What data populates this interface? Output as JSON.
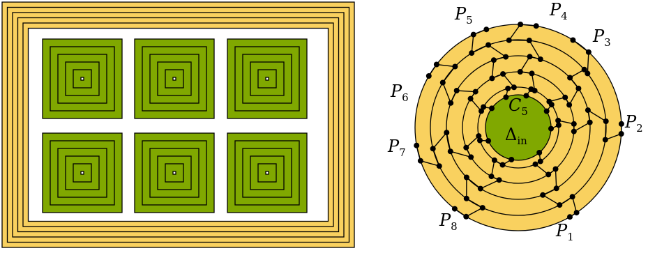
{
  "colors": {
    "yellow": "#F9D15F",
    "green": "#80A800",
    "white": "#FFFFFF",
    "stroke": "#000000"
  },
  "left_figure": {
    "outer_yellow_bands": 5,
    "grid_rows": 2,
    "grid_cols": 3,
    "nested_green_squares": 5
  },
  "right_figure": {
    "rings": 5,
    "inner_disk_label_var": "C",
    "inner_disk_label_sub": "5",
    "inner_disk_delta": "Δ",
    "inner_disk_delta_sub": "in",
    "path_labels": [
      {
        "var": "P",
        "sub": "1"
      },
      {
        "var": "P",
        "sub": "2"
      },
      {
        "var": "P",
        "sub": "3"
      },
      {
        "var": "P",
        "sub": "4"
      },
      {
        "var": "P",
        "sub": "5"
      },
      {
        "var": "P",
        "sub": "6"
      },
      {
        "var": "P",
        "sub": "7"
      },
      {
        "var": "P",
        "sub": "8"
      }
    ]
  }
}
